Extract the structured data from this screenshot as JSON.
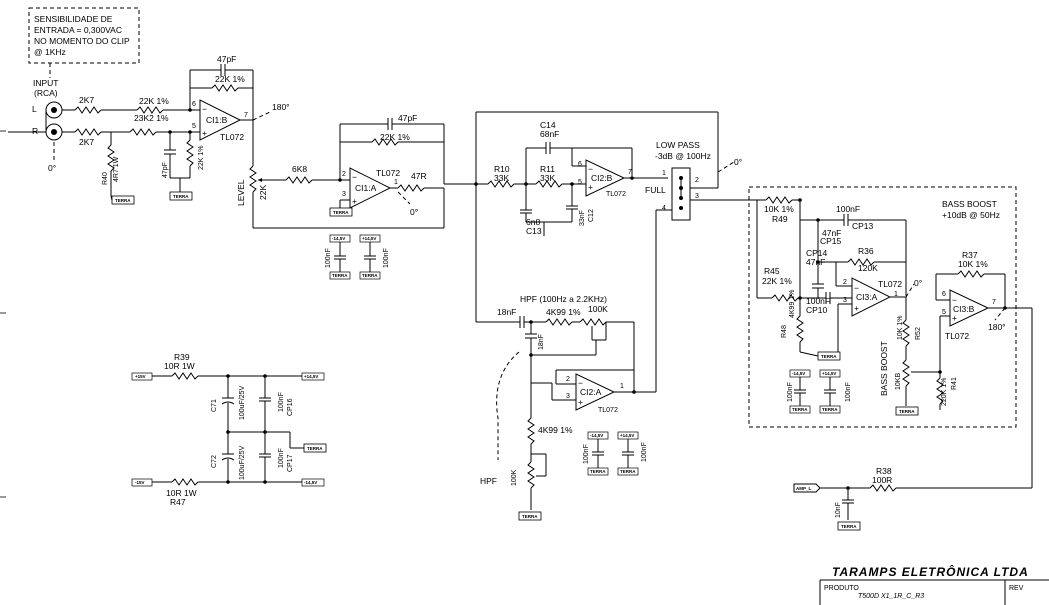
{
  "note": [
    "SENSIBILIDADE DE",
    "ENTRADA = 0,300VAC",
    "NO MOMENTO DO CLIP",
    "@ 1KHz"
  ],
  "input": {
    "title": "INPUT",
    "subtitle": "(RCA)",
    "left": "L",
    "right": "R",
    "phase": "0°"
  },
  "stage1": {
    "opamp": "CI1:B",
    "part": "TL072",
    "pin_inv": "6",
    "pin_ninv": "5",
    "pin_out": "7",
    "phase": "180°",
    "r_in_l": "2K7",
    "r_in_r": "2K7",
    "r_sum1": "22K 1%",
    "r_sum2": "23K2 1%",
    "r_fb": "22K 1%",
    "c_fb": "47pF",
    "c_in": "47pF",
    "r_bias": "22K 1%",
    "r40_name": "R40",
    "r40_val": "4R7 1W"
  },
  "level": {
    "label": "LEVEL",
    "value": "22K",
    "r_series": "6K8"
  },
  "stage2": {
    "opamp": "CI1:A",
    "part": "TL072",
    "pin_inv": "2",
    "pin_ninv": "3",
    "pin_out": "1",
    "c_fb": "47pF",
    "r_fb": "22K 1%",
    "r_out": "47R",
    "phase": "0°"
  },
  "decoupling1": {
    "c1": "100nF",
    "c2": "100nF",
    "neg": "-14,5V",
    "pos": "+14,5V"
  },
  "lowpass_filter": {
    "r10_name": "R10",
    "r10_val": "33K",
    "r11_name": "R11",
    "r11_val": "33K",
    "c14_name": "C14",
    "c14_val": "68nF",
    "c13_name": "C13",
    "c13_val": "6n8",
    "c12_name": "C12",
    "c12_val": "33nF",
    "opamp": "CI2:B",
    "part": "TL072",
    "pin_inv": "6",
    "pin_ninv": "5",
    "pin_out": "7",
    "caption1": "LOW PASS",
    "caption2": "-3dB @ 100Hz",
    "phase": "0°"
  },
  "switch": {
    "label": "FULL",
    "p1": "1",
    "p2": "2",
    "p3": "3",
    "p4": "4"
  },
  "hpf": {
    "caption": "HPF (100Hz a 2.2KHz)",
    "c1": "18nF",
    "c2": "18nF",
    "r1": "4K99 1%",
    "pot": "100K",
    "opamp": "CI2:A",
    "part": "TL072",
    "pin_inv": "2",
    "pin_ninv": "3",
    "pin_out": "1",
    "r_bottom": "4K99 1%",
    "pot2": "100K",
    "pot_label": "HPF"
  },
  "decoupling2": {
    "c1": "100nF",
    "c2": "100nF",
    "neg": "-14,5V",
    "pos": "+14,5V"
  },
  "bass": {
    "caption1": "BASS BOOST",
    "caption2": "+10dB @ 50Hz",
    "r49_name": "R49",
    "r49_val": "10K 1%",
    "cp13_name": "CP13",
    "cp13_val": "100nF",
    "cp15_name": "CP15",
    "cp15_val": "47nF",
    "cp14_name": "CP14",
    "cp14_val": "47nF",
    "cp10_name": "CP10",
    "cp10_val": "100nF",
    "r36_name": "R36",
    "r36_val": "120K",
    "r45_name": "R45",
    "r45_val": "22K 1%",
    "r48_name": "R48",
    "r48_val": "4K99 1%",
    "opamp_a": "CI3:A",
    "opamp_b": "CI3:B",
    "part": "TL072",
    "a_inv": "2",
    "a_ninv": "3",
    "a_out": "1",
    "a_phase": "0°",
    "r52_name": "R52",
    "r52_val": "10K 1%",
    "pot_name": "BASS BOOST",
    "pot_val": "10KB",
    "r41_name": "R41",
    "r41_val": "220K 1%",
    "r37_name": "R37",
    "r37_val": "10K 1%",
    "b_inv": "6",
    "b_ninv": "5",
    "b_out": "7",
    "b_phase": "180°",
    "dc_c1": "100nF",
    "dc_c2": "100nF",
    "dc_neg": "-14,5V",
    "dc_pos": "+14,5V"
  },
  "supply": {
    "r39_name": "R39",
    "r39_val": "10R 1W",
    "in_pos": "+15V",
    "c71_name": "C71",
    "c71_val": "100uF/25V",
    "cp16_name": "CP16",
    "cp16_val": "100nF",
    "c72_name": "C72",
    "c72_val": "100uF/25V",
    "cp17_name": "CP17",
    "cp17_val": "100nF",
    "out_pos": "+14,5V",
    "out_neg": "-14,5V",
    "r47_name": "R47",
    "r47_val": "10R 1W",
    "in_neg": "-15V"
  },
  "output": {
    "r38_name": "R38",
    "r38_val": "100R",
    "tag": "AMP_L",
    "c_val": "10nF"
  },
  "ground": "TERRA",
  "titleblock": {
    "company": "TARAMPS ELETRÔNICA LTDA",
    "label_product": "PRODUTO",
    "product": "T500D X1_1R_C_R3",
    "label_rev": "REV"
  }
}
